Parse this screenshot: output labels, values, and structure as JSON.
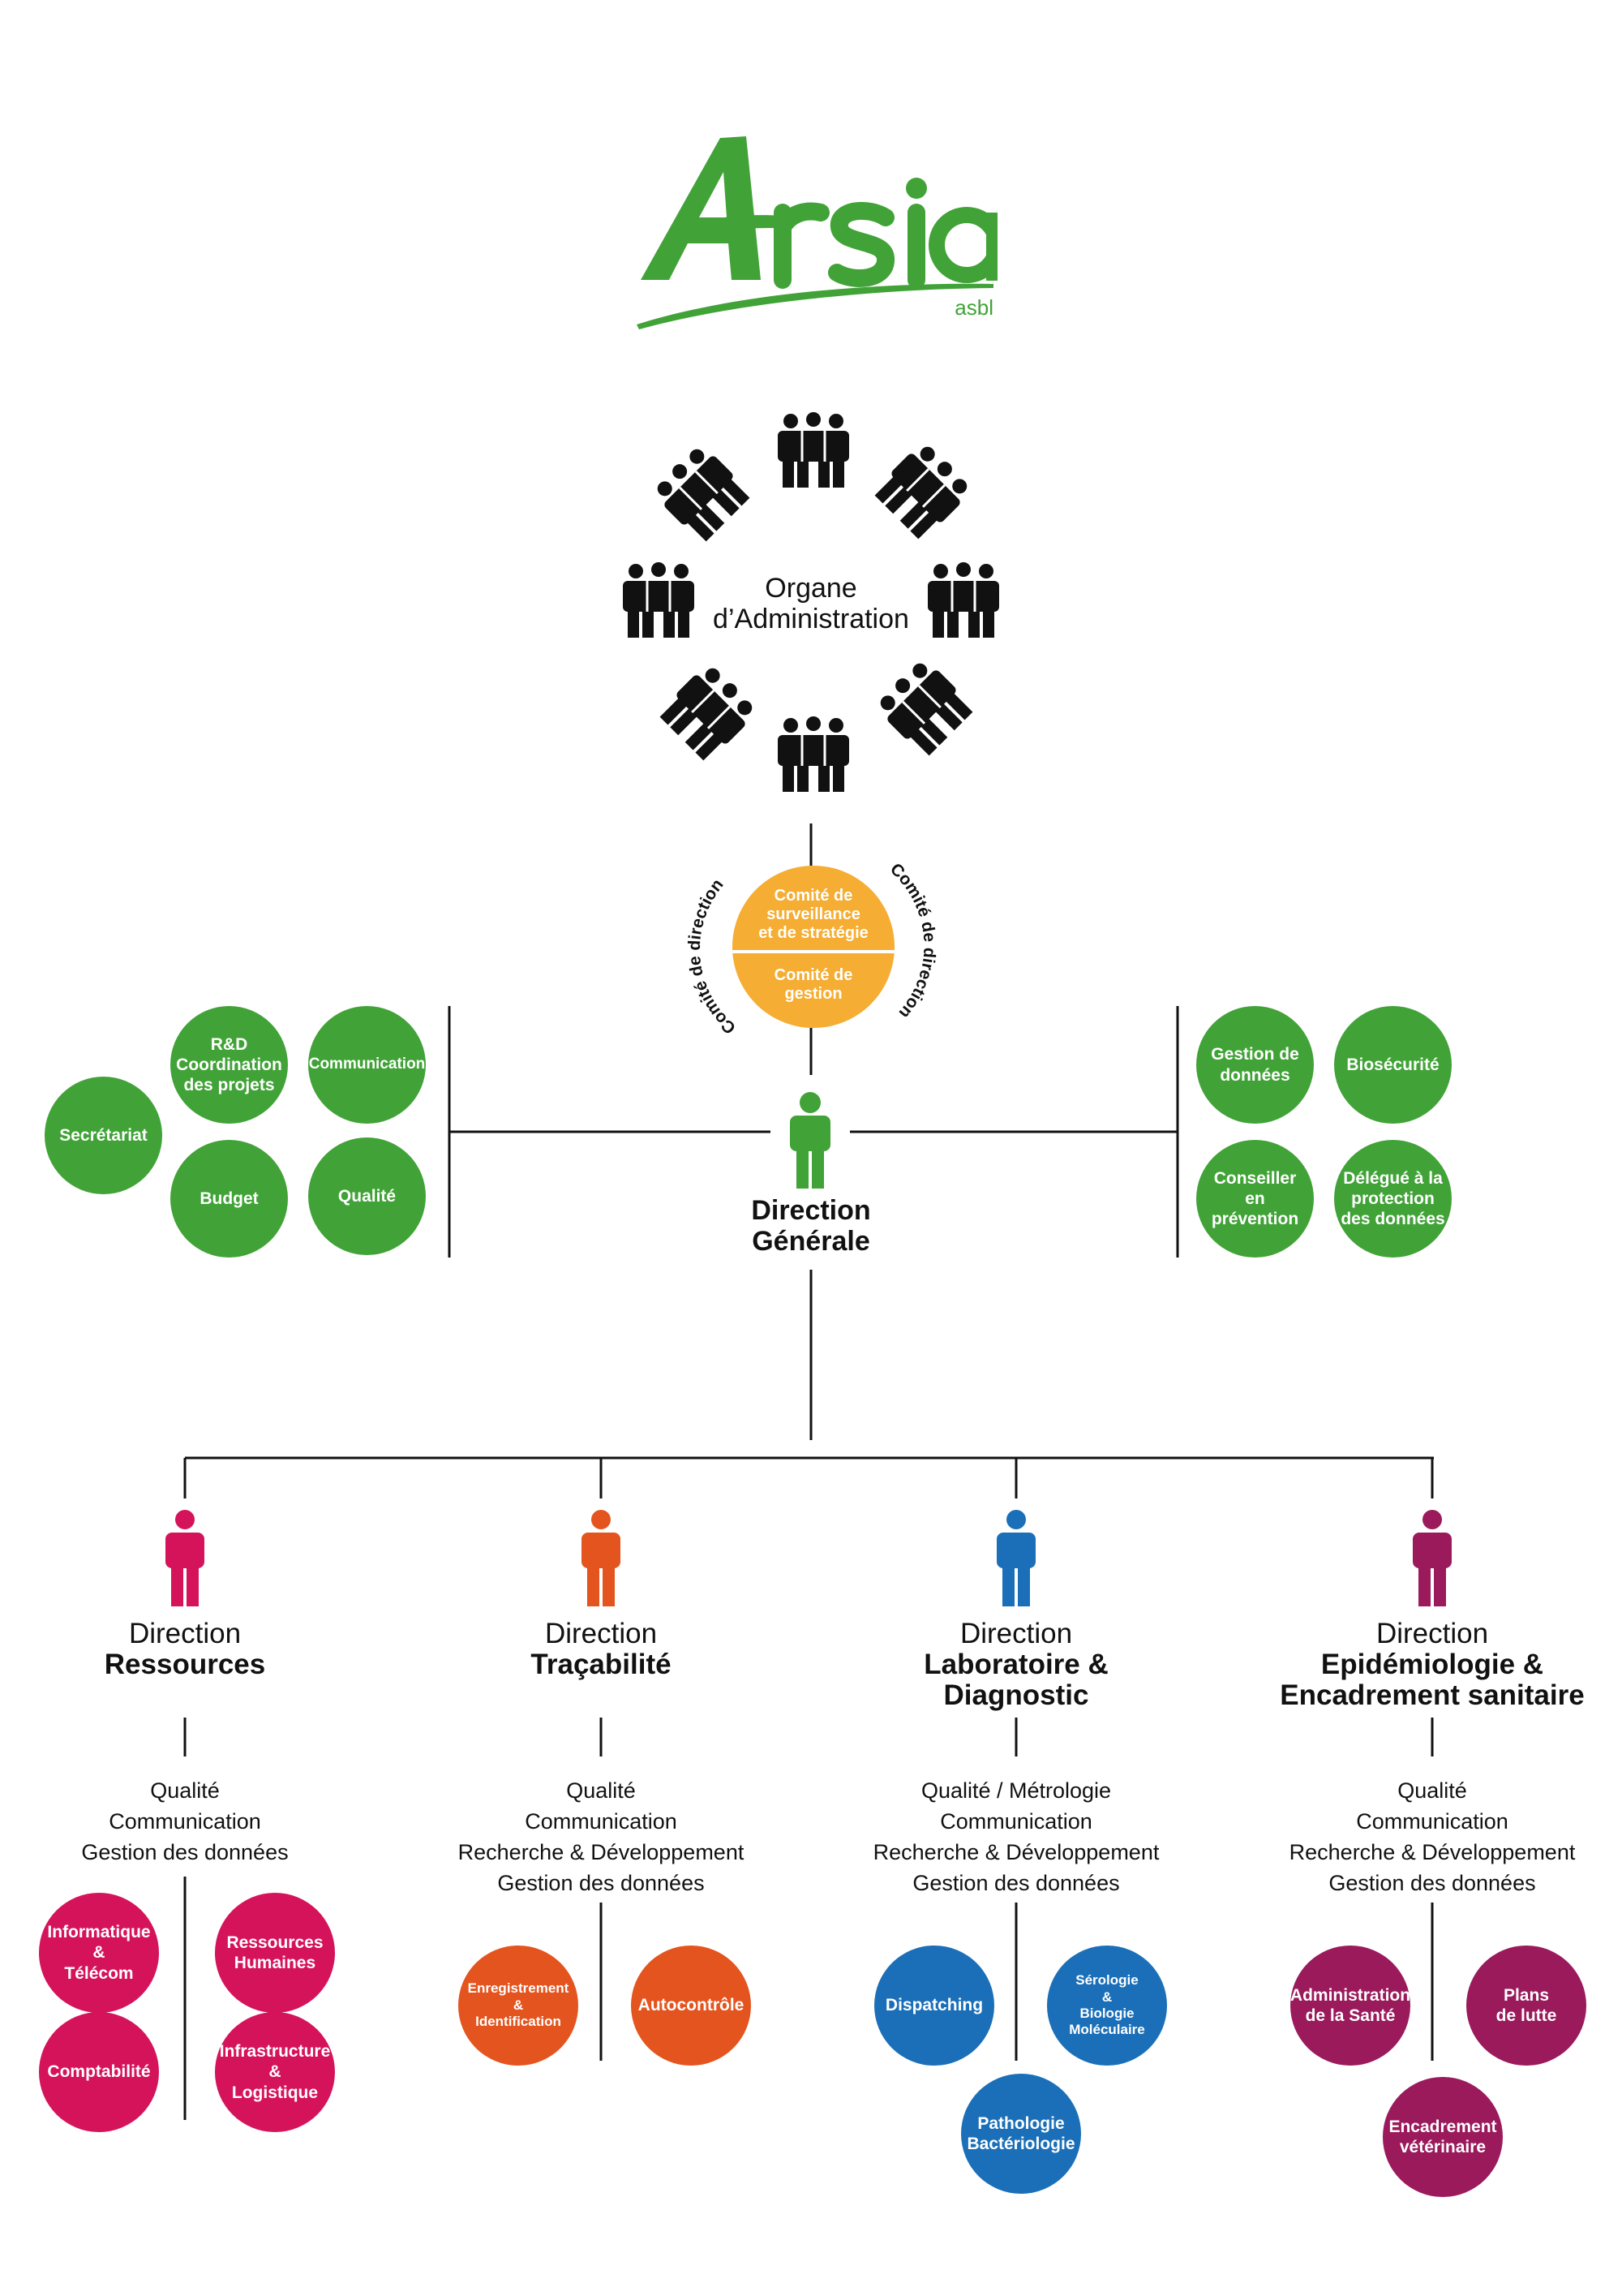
{
  "logo": {
    "name": "Arsia",
    "suffix": "asbl",
    "color": "#41a337"
  },
  "board": {
    "line1": "Organe",
    "line2": "d’Administration",
    "icon": "people-group-icon"
  },
  "committees": {
    "top": "Comité de\nsurveillance\net de stratégie",
    "bottom": "Comité de\ngestion",
    "ring_label_left": "Comité de direction",
    "ring_label_right": "Comité de direction",
    "color": "#f5ad33"
  },
  "direction_generale": {
    "line1": "Direction",
    "line2": "Générale",
    "color": "#41a337",
    "left_units": [
      "Secrétariat",
      "R&D\nCoordination\ndes projets",
      "Communication",
      "Budget",
      "Qualité"
    ],
    "right_units": [
      "Gestion de\ndonnées",
      "Biosécurité",
      "Conseiller\nen\nprévention",
      "Délégué à la\nprotection\ndes données"
    ]
  },
  "directions": [
    {
      "label": "Direction",
      "name": "Ressources",
      "color": "#d5135b",
      "responsibilities": [
        "Qualité",
        "Communication",
        "Gestion des données"
      ],
      "units": [
        "Informatique\n&\nTélécom",
        "Ressources\nHumaines",
        "Comptabilité",
        "Infrastructure\n&\nLogistique"
      ]
    },
    {
      "label": "Direction",
      "name": "Traçabilité",
      "color": "#e4541f",
      "responsibilities": [
        "Qualité",
        "Communication",
        "Recherche & Développement",
        "Gestion des données"
      ],
      "units": [
        "Enregistrement\n&\nIdentification",
        "Autocontrôle"
      ]
    },
    {
      "label": "Direction",
      "name": "Laboratoire &\nDiagnostic",
      "color": "#1b6fb8",
      "responsibilities": [
        "Qualité / Métrologie",
        "Communication",
        "Recherche & Développement",
        "Gestion des données"
      ],
      "units": [
        "Dispatching",
        "Sérologie\n&\nBiologie\nMoléculaire",
        "Pathologie\nBactériologie"
      ]
    },
    {
      "label": "Direction",
      "name": "Epidémiologie &\nEncadrement sanitaire",
      "color": "#9a1a5c",
      "responsibilities": [
        "Qualité",
        "Communication",
        "Recherche & Développement",
        "Gestion des données"
      ],
      "units": [
        "Administration\nde la Santé",
        "Plans\nde lutte",
        "Encadrement\nvétérinaire"
      ]
    }
  ]
}
